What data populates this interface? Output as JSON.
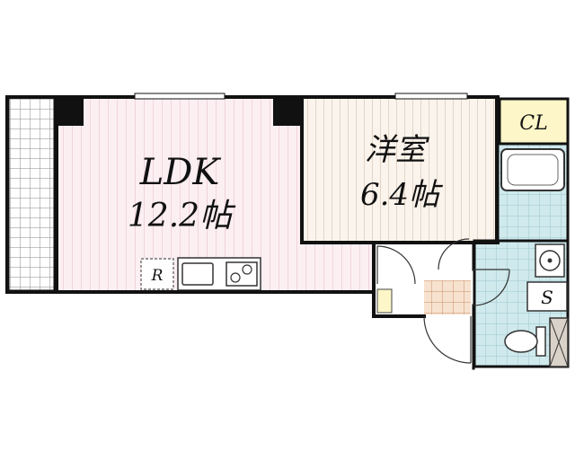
{
  "rooms": {
    "ldk": {
      "name": "LDK",
      "size": "12.2帖"
    },
    "western": {
      "name": "洋室",
      "size": "6.4帖"
    },
    "closet": {
      "label": "CL"
    },
    "storage": {
      "label": "S"
    },
    "fridge": {
      "label": "R"
    }
  },
  "colors": {
    "wall": "#111111",
    "ldk_floor": "#fbeff2",
    "ldk_lines": "#e6b9c4",
    "western_floor": "#fbf4ec",
    "western_lines": "#c9b6a3",
    "closet_floor": "#fdf6c8",
    "wet_floor": "#cfe9ec",
    "tile_lines": "#9cc8cf",
    "entry_tile": "#f7e2cf",
    "balcony_tile": "#b8b8b8"
  }
}
